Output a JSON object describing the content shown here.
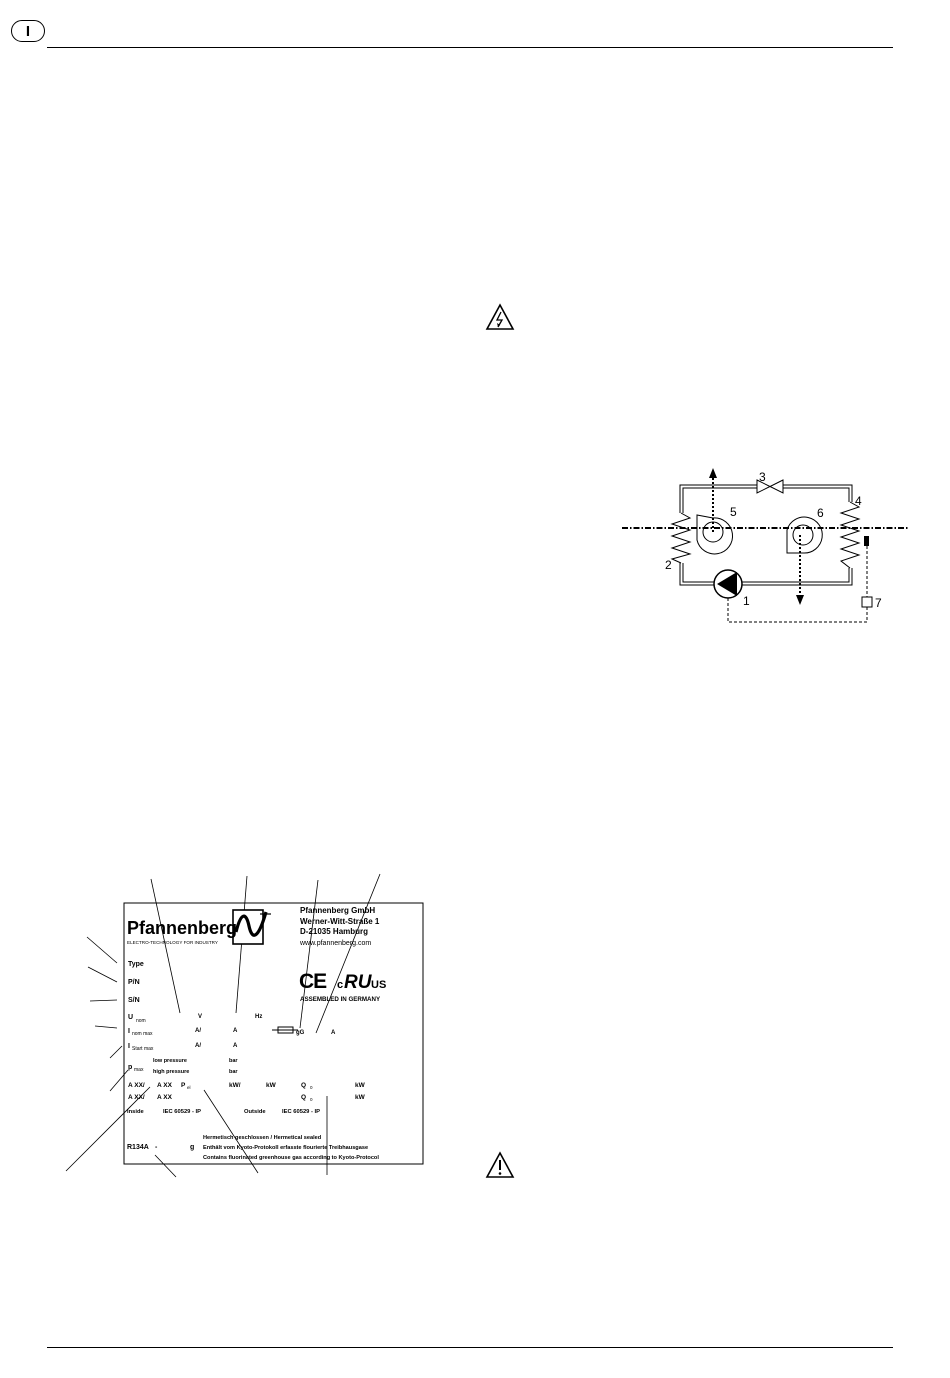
{
  "header": {
    "language_badge": "I"
  },
  "circuit": {
    "labels": [
      "1",
      "2",
      "3",
      "4",
      "5",
      "6",
      "7"
    ]
  },
  "nameplate": {
    "brand": "Pfannenberg",
    "tagline": "ELECTRO-TECHNOLOGY FOR INDUSTRY",
    "company": {
      "name": "Pfannenberg GmbH",
      "street": "Werner-Witt-Straße 1",
      "city": "D-21035 Hamburg",
      "web": "www.pfannenberg.com"
    },
    "ce_mark": "CE",
    "ul_mark": {
      "c": "c",
      "mark": "RU",
      "us": "US"
    },
    "assembled": "ASSEMBLED IN GERMANY",
    "fields": {
      "type": "Type",
      "pn": "P/N",
      "sn": "S/N",
      "u": "U",
      "u_sub": "nom",
      "i": "I",
      "i_sub": "nom max",
      "is": "I",
      "is_sub": "Start max",
      "p": "p",
      "p_sub": "max",
      "v": "V",
      "hz": "Hz",
      "a1": "A/",
      "a2": "A",
      "a3": "A/",
      "a4": "A",
      "gg": "gG",
      "a5": "A",
      "low_pressure": "low pressure",
      "high_pressure": "high pressure",
      "bar1": "bar",
      "bar2": "bar",
      "axx1": "A XX/",
      "axx2": "A XX",
      "pd": "P",
      "pd_sub": "el",
      "kw1": "kW/",
      "kw2": "kW",
      "q1": "Q",
      "q1_sub": "0",
      "kw3": "kW",
      "axx3": "A XX/",
      "axx4": "A XX",
      "q2": "Q",
      "q2_sub": "0",
      "kw4": "kW",
      "inside": "Inside",
      "iec1": "IEC 60529 - IP",
      "outside": "Outside",
      "iec2": "IEC 60529 - IP",
      "refrigerant": "R134A",
      "dash": "-",
      "g": "g",
      "sealed": "Hermetisch geschlossen / Hermetical sealed",
      "kyoto_de": "Enthält vom Kyoto-Protokoll erfasste flourierte Treibhausgase",
      "kyoto_en": "Contains fluorinated greenhouse gas according to Kyoto-Protocol"
    }
  }
}
